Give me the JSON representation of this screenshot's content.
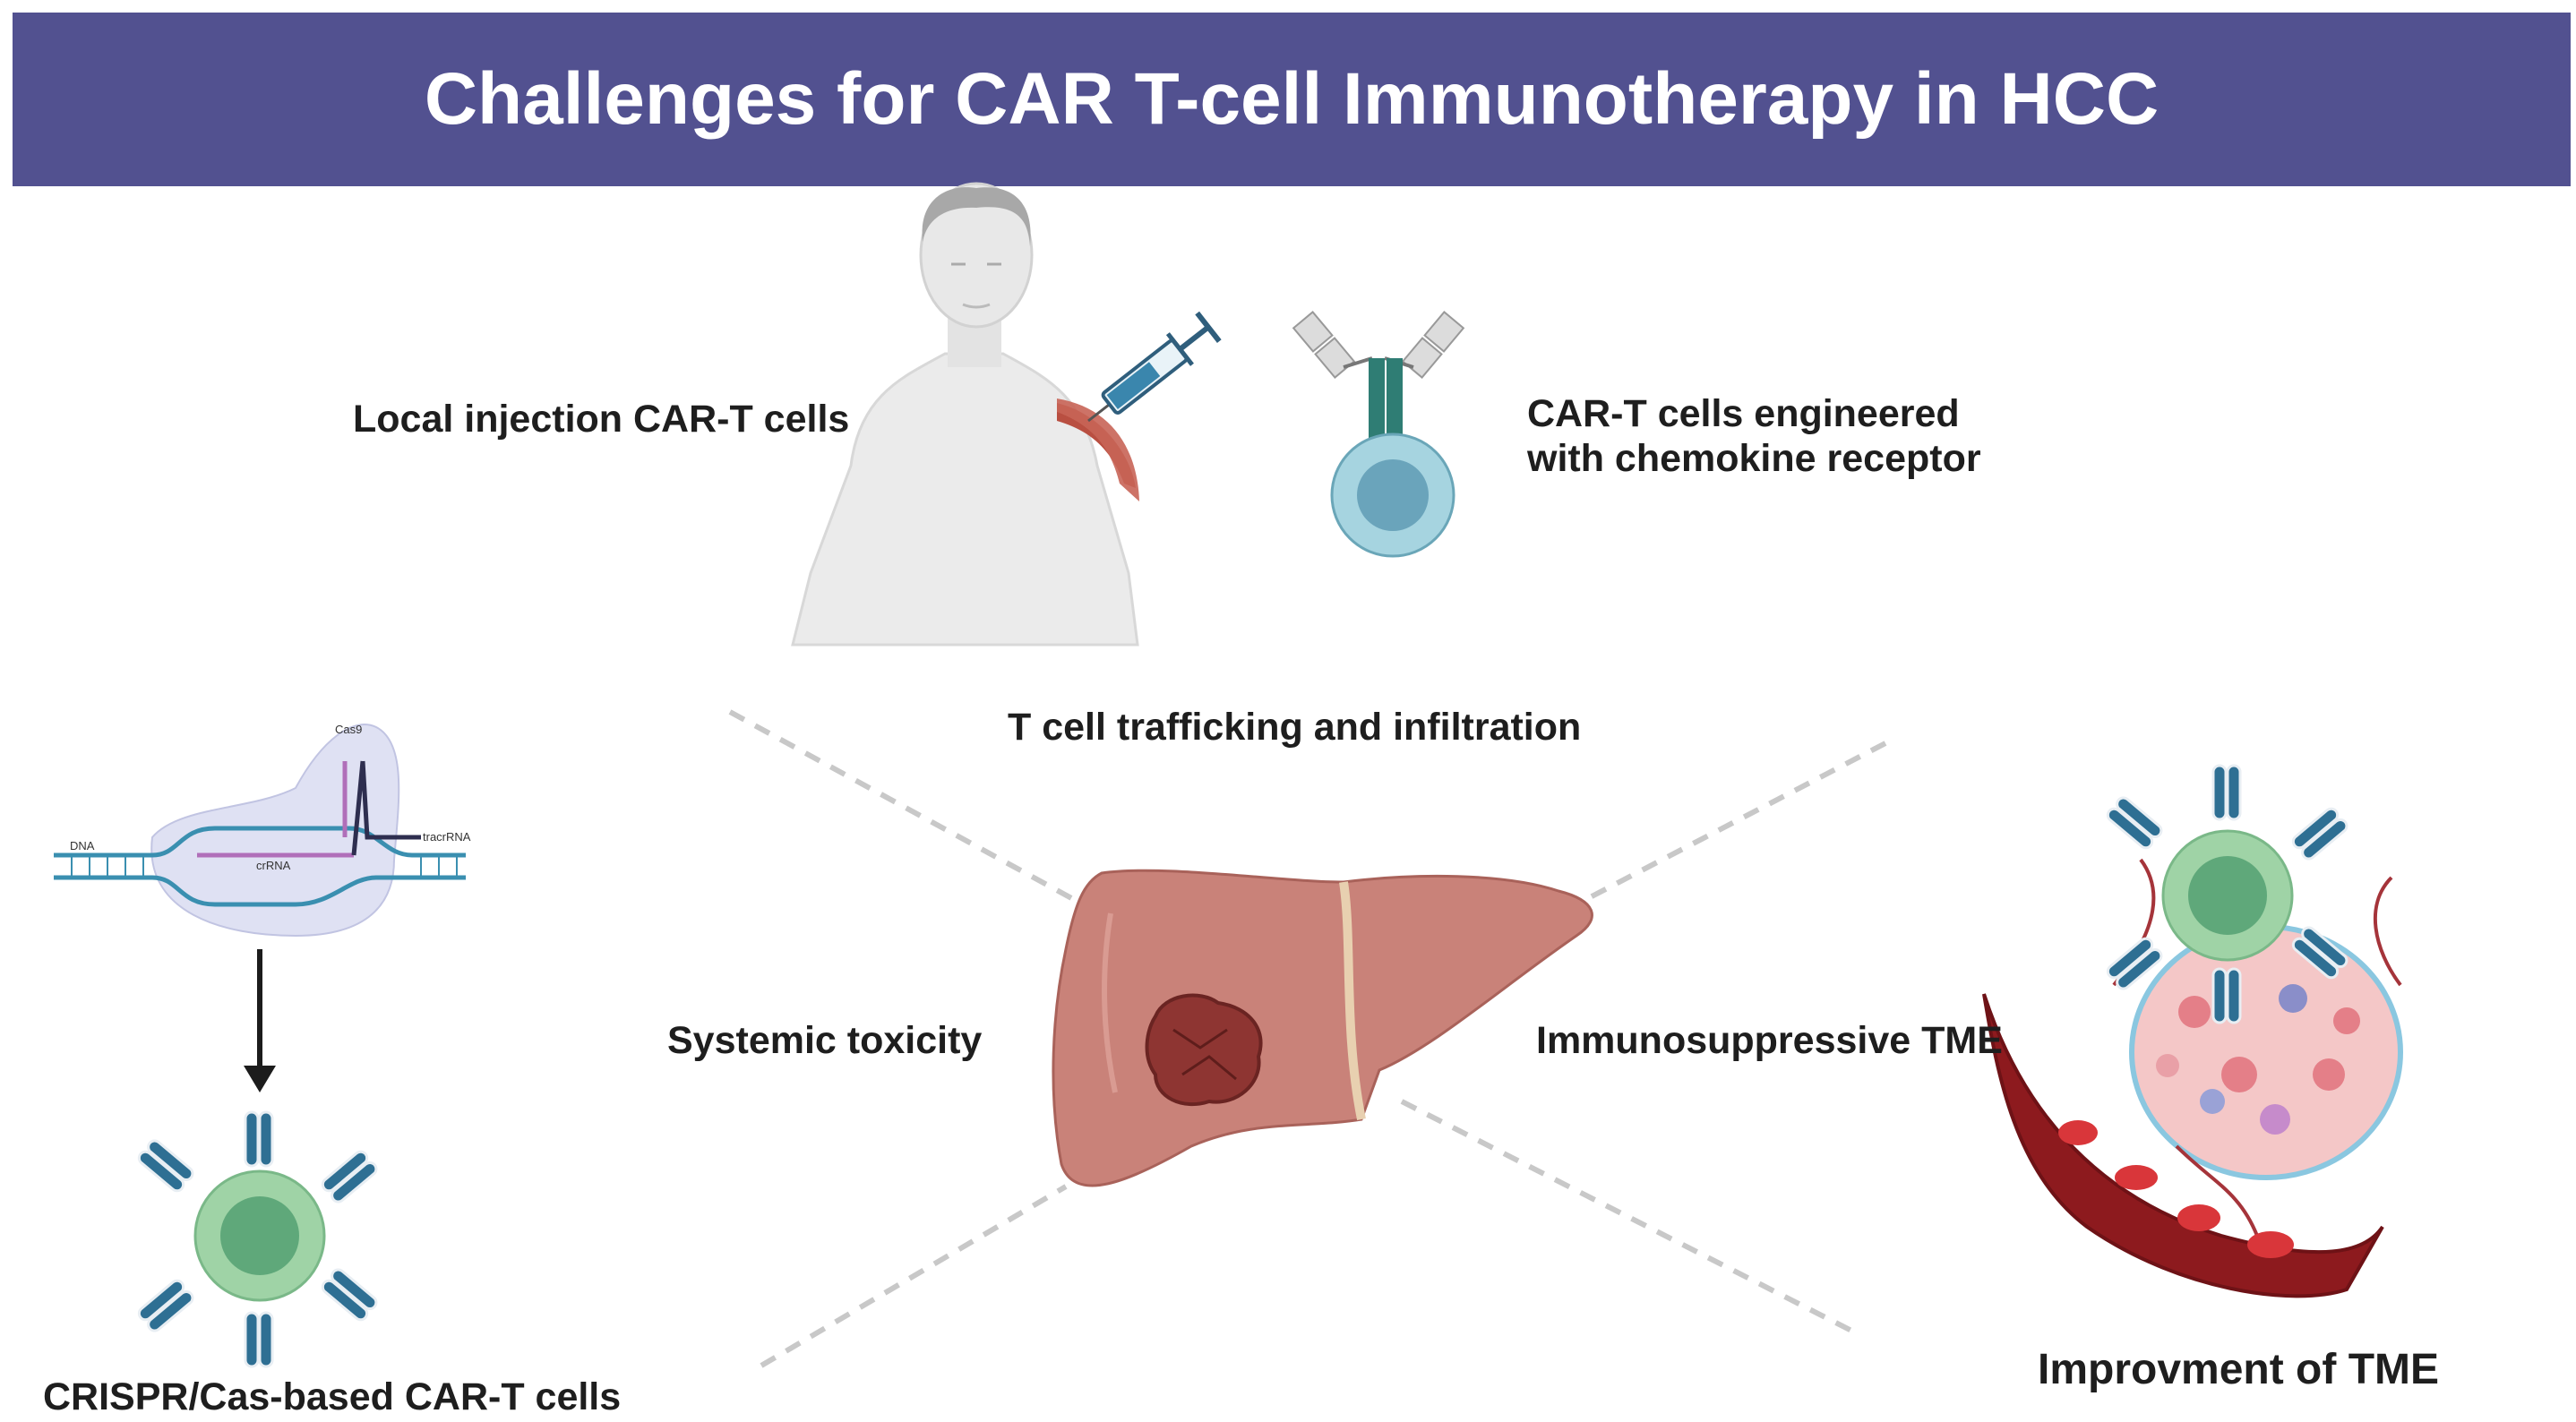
{
  "title": "Challenges for CAR T-cell Immunotherapy in HCC",
  "labels": {
    "local_injection": "Local injection CAR-T cells",
    "chemokine_line1": "CAR-T cells engineered",
    "chemokine_line2": "with chemokine receptor",
    "trafficking": "T cell trafficking and  infiltration",
    "systemic_toxicity": "Systemic toxicity",
    "immunosuppressive": "Immunosuppressive TME",
    "crispr_cart": "CRISPR/Cas-based CAR-T cells",
    "improvement": "Improvment of TME"
  },
  "crispr_diagram": {
    "cas9": "Cas9",
    "dna": "DNA",
    "crrna": "crRNA",
    "tracrrna": "tracrRNA"
  },
  "colors": {
    "banner": "#525190",
    "liver": "#c98279",
    "t_cell_outer": "#9fd3a6",
    "t_cell_nucleus": "#5fa87a",
    "car_receptor": "#2e6f93",
    "dashed_line": "#c8c8c8"
  },
  "icons": [
    "human-figure-icon",
    "syringe-icon",
    "car-receptor-icon",
    "t-cell-icon",
    "liver-icon",
    "tumor-icon",
    "dna-icon",
    "cas9-icon",
    "arrow-down-icon",
    "blood-vessel-icon",
    "tumor-tissue-icon"
  ]
}
